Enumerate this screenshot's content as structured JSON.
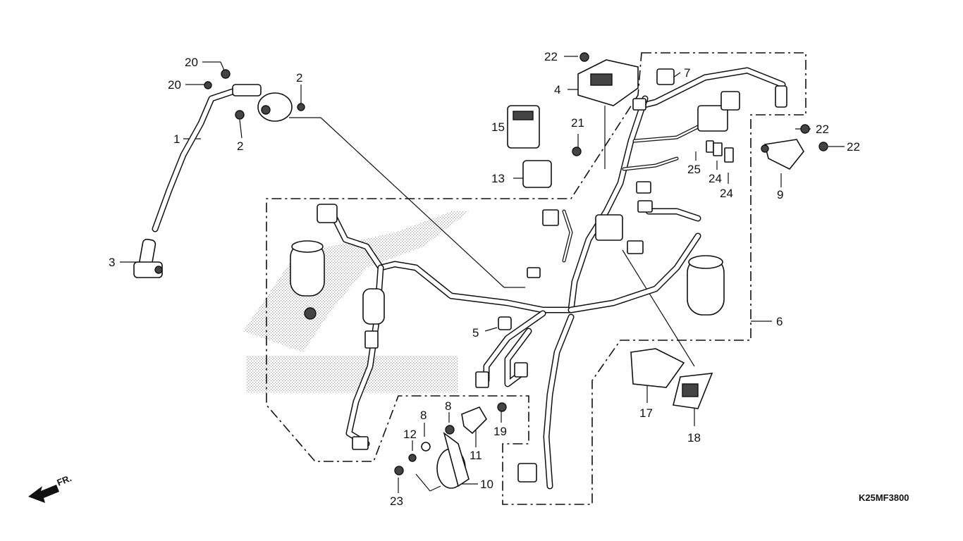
{
  "diagram": {
    "code": "K25MF3800",
    "front_label": "FR.",
    "callouts": [
      {
        "id": "c1",
        "label": "1"
      },
      {
        "id": "c2a",
        "label": "2"
      },
      {
        "id": "c2b",
        "label": "2"
      },
      {
        "id": "c3",
        "label": "3"
      },
      {
        "id": "c4",
        "label": "4"
      },
      {
        "id": "c5",
        "label": "5"
      },
      {
        "id": "c6",
        "label": "6"
      },
      {
        "id": "c7",
        "label": "7"
      },
      {
        "id": "c8a",
        "label": "8"
      },
      {
        "id": "c8b",
        "label": "8"
      },
      {
        "id": "c9",
        "label": "9"
      },
      {
        "id": "c10",
        "label": "10"
      },
      {
        "id": "c11",
        "label": "11"
      },
      {
        "id": "c12",
        "label": "12"
      },
      {
        "id": "c13",
        "label": "13"
      },
      {
        "id": "c15",
        "label": "15"
      },
      {
        "id": "c17",
        "label": "17"
      },
      {
        "id": "c18",
        "label": "18"
      },
      {
        "id": "c19",
        "label": "19"
      },
      {
        "id": "c20a",
        "label": "20"
      },
      {
        "id": "c20b",
        "label": "20"
      },
      {
        "id": "c21",
        "label": "21"
      },
      {
        "id": "c22a",
        "label": "22"
      },
      {
        "id": "c22b",
        "label": "22"
      },
      {
        "id": "c22c",
        "label": "22"
      },
      {
        "id": "c23",
        "label": "23"
      },
      {
        "id": "c24a",
        "label": "24"
      },
      {
        "id": "c24b",
        "label": "24"
      },
      {
        "id": "c25",
        "label": "25"
      }
    ]
  }
}
